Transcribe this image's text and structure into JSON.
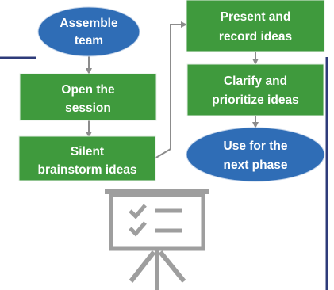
{
  "colors": {
    "oval_fill": "#2f6db6",
    "box_fill": "#3f9a3d",
    "connector": "#8c8c8c",
    "accent_line": "#2e3b7a",
    "icon": "#9e9e9e"
  },
  "flow": {
    "assemble_team": [
      "Assemble",
      "team"
    ],
    "open_session": [
      "Open the",
      "session"
    ],
    "silent_brainstorm": [
      "Silent",
      "brainstorm ideas"
    ],
    "present_record": [
      "Present and",
      "record ideas"
    ],
    "clarify_prioritize": [
      "Clarify and",
      "prioritize ideas"
    ],
    "use_next_phase": [
      "Use for the",
      "next phase"
    ]
  },
  "icon": {
    "name": "presentation-checklist-icon"
  }
}
